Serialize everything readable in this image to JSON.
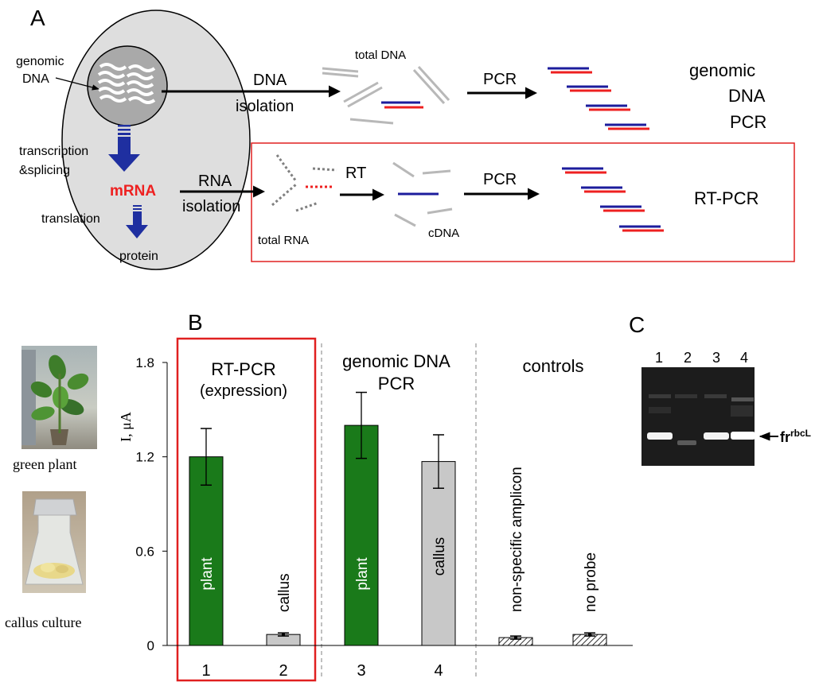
{
  "panel_a": {
    "letter": "A",
    "cell": {
      "genomic_dna_line1": "genomic",
      "genomic_dna_line2": "DNA",
      "transcription_line1": "transcription",
      "transcription_line2": "&splicing",
      "mrna": "mRNA",
      "translation": "translation",
      "protein": "protein"
    },
    "dna_row": {
      "step_line1": "DNA",
      "step_line2": "isolation",
      "total_dna": "total DNA",
      "pcr": "PCR",
      "result_line1": "genomic",
      "result_line2": "DNA",
      "result_line3": "PCR"
    },
    "rna_row": {
      "step_line1": "RNA",
      "step_line2": "isolation",
      "total_rna": "total RNA",
      "rt": "RT",
      "cdna": "cDNA",
      "pcr": "PCR",
      "result": "RT-PCR"
    },
    "colors": {
      "cell_fill": "#dedede",
      "strand_blue": "#1c1c9c",
      "strand_red": "#ee2020",
      "strand_gray": "#b8b8b8",
      "box_red": "#e02020",
      "arrow_blue": "#1f2fa0"
    }
  },
  "panel_b": {
    "letter": "B",
    "photos": {
      "plant_caption": "green plant",
      "callus_caption": "callus culture"
    },
    "group_labels": {
      "rt_pcr_line1": "RT-PCR",
      "rt_pcr_line2": "(expression)",
      "genomic_line1": "genomic DNA",
      "genomic_line2": "PCR",
      "controls": "controls"
    },
    "chart_data": {
      "type": "bar",
      "ylabel": "I, μA",
      "ylim": [
        0,
        1.8
      ],
      "yticks": [
        0,
        0.6,
        1.2,
        1.8
      ],
      "ytick_labels": [
        "0",
        "0.6",
        "1.2",
        "1.8"
      ],
      "categories": [
        "1",
        "2",
        "3",
        "4",
        "",
        ""
      ],
      "bar_labels": [
        "plant",
        "callus",
        "plant",
        "callus",
        "non-specific amplicon",
        "no probe"
      ],
      "values": [
        1.2,
        0.07,
        1.4,
        1.17,
        0.05,
        0.07
      ],
      "errors": [
        0.18,
        0.01,
        0.21,
        0.17,
        0.01,
        0.01
      ],
      "fills": [
        "#1a7a1a",
        "#c8c8c8",
        "#1a7a1a",
        "#c8c8c8",
        "hatch",
        "hatch"
      ],
      "grid": false
    }
  },
  "panel_c": {
    "letter": "C",
    "lanes": [
      "1",
      "2",
      "3",
      "4"
    ],
    "band_label": "fr",
    "band_label_sup": "rbcL"
  }
}
